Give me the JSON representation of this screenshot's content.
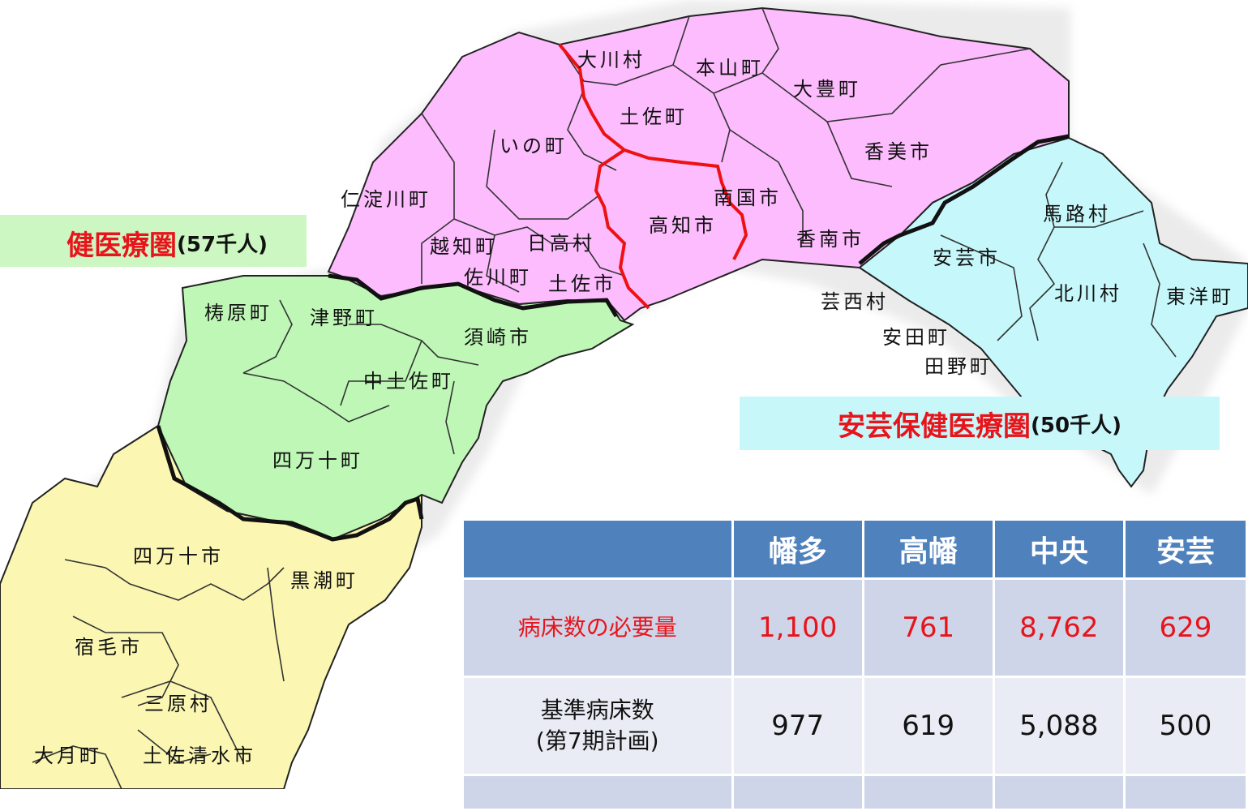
{
  "colors": {
    "central": "#fdbcfd",
    "aki": "#c6f8fb",
    "takahata": "#bef7b6",
    "hata": "#fbf7b2",
    "highlight_red": "#e8141b",
    "table_header": "#4f81bd"
  },
  "regions": {
    "west_label": {
      "name": "健医療圏",
      "population": "(57千人)"
    },
    "aki_label": {
      "name": "安芸保健医療圏",
      "population": "(50千人)"
    }
  },
  "municipalities": [
    "大川村",
    "本山町",
    "大豊町",
    "土佐町",
    "いの町",
    "香美市",
    "仁淀川町",
    "南国市",
    "高知市",
    "馬路村",
    "越知町",
    "日高村",
    "香南市",
    "安芸市",
    "佐川町",
    "土佐市",
    "芸西村",
    "北川村",
    "東洋町",
    "梼原町",
    "津野町",
    "須崎市",
    "安田町",
    "田野町",
    "中土佐町",
    "四万十町",
    "四万十市",
    "黒潮町",
    "宿毛市",
    "三原村",
    "大月町",
    "土佐清水市"
  ],
  "table": {
    "columns": [
      "幡多",
      "高幡",
      "中央",
      "安芸"
    ],
    "rows": [
      {
        "label": "病床数の必要量",
        "values": [
          "1,100",
          "761",
          "8,762",
          "629"
        ]
      },
      {
        "label": "基準病床数",
        "sublabel": "(第7期計画)",
        "values": [
          "977",
          "619",
          "5,088",
          "500"
        ]
      }
    ]
  }
}
